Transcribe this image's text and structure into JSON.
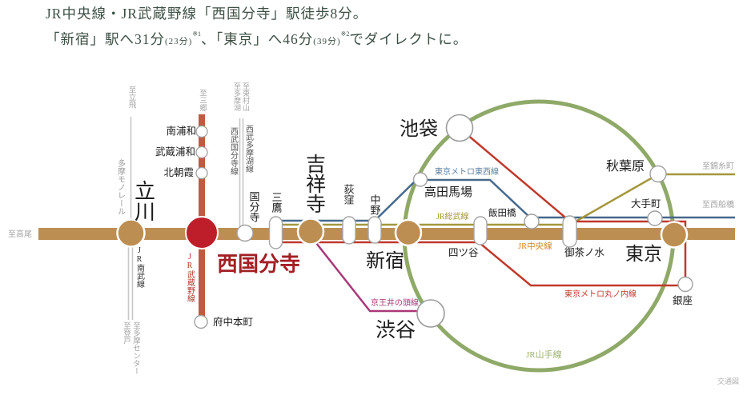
{
  "header": {
    "line1": "JR中央線・JR武蔵野線「西国分寺」駅徒歩8分。",
    "line2_main1": "「新宿」駅へ31分",
    "line2_small1": "(23分)",
    "line2_sup1": "※1",
    "line2_main2": "、「東京」へ46分",
    "line2_small2": "(39分)",
    "line2_sup2": "※2",
    "line2_tail": "でダイレクトに。"
  },
  "stations": {
    "tachikawa": "立川",
    "nishikokubunji": "西国分寺",
    "kokubunji": "国分寺",
    "mitaka": "三鷹",
    "kichijoji": "吉祥寺",
    "ogikubo": "荻窪",
    "nakano": "中野",
    "shinjuku": "新宿",
    "takadanobaba": "高田馬場",
    "ikebukuro": "池袋",
    "yotsuya": "四ツ谷",
    "iidabashi": "飯田橋",
    "ochanomizu": "御茶ノ水",
    "otemachi": "大手町",
    "akihabara": "秋葉原",
    "tokyo": "東京",
    "ginza": "銀座",
    "shibuya": "渋谷",
    "minami_urawa": "南浦和",
    "musashi_urawa": "武蔵浦和",
    "kita_asaka": "北朝霞",
    "fuchu_hommachi": "府中本町"
  },
  "lines": {
    "chuo": "JR中央線",
    "sobu": "JR総武線",
    "tozai": "東京メトロ東西線",
    "marunouchi": "東京メトロ丸ノ内線",
    "yamanote": "JR山手線",
    "inokashira": "京王井の頭線",
    "musashino": "JR武蔵野線",
    "nambu": "JR南武線",
    "monorail": "多摩モノレール",
    "seibu_kokubunji": "西武国分寺線",
    "seibu_tamako": "西武多摩湖線"
  },
  "directions": {
    "takao": "至高尾",
    "tachihi": "至立飛",
    "noborito": "至登戸",
    "tama_center": "至多摩センター",
    "misato": "至三郷",
    "tamako": "至多摩湖",
    "higashimurayama": "至東村山",
    "kinshicho": "至錦糸町",
    "nishi_funabashi": "至西船橋"
  },
  "footer": {
    "note": "交通図"
  },
  "colors": {
    "band_tan": "#BD8E52",
    "nishikoku_red": "#BE1E2A",
    "musashino_brick": "#C05A41",
    "yamanote_green": "#8FA968",
    "tozai_blue": "#46698C",
    "sobu_olive": "#A4973B",
    "marunouchi_red": "#C0392B",
    "inokashira_magenta": "#A93878",
    "gray_line": "#C8C8C8",
    "header_text": "#3D5044"
  }
}
